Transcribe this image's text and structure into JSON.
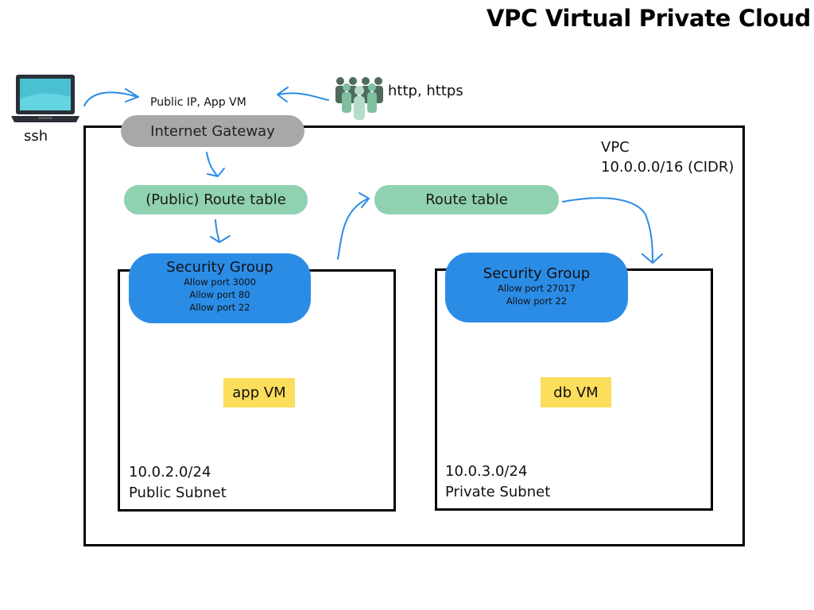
{
  "title": "VPC Virtual Private Cloud",
  "client": {
    "icon": "laptop-icon",
    "label": "ssh"
  },
  "users": {
    "icon": "users-group-icon",
    "label": "http, https"
  },
  "gateway": {
    "caption": "Public IP, App VM",
    "label": "Internet Gateway"
  },
  "vpc": {
    "name": "VPC",
    "cidr": "10.0.0.0/16 (CIDR)"
  },
  "public_route_table": {
    "label": "(Public) Route table"
  },
  "route_table": {
    "label": "Route table"
  },
  "public_subnet": {
    "cidr": "10.0.2.0/24",
    "name": "Public Subnet",
    "security_group": {
      "title": "Security Group",
      "rules": [
        "Allow port 3000",
        "Allow port 80",
        "Allow port 22"
      ]
    },
    "vm": "app VM"
  },
  "private_subnet": {
    "cidr": "10.0.3.0/24",
    "name": "Private Subnet",
    "security_group": {
      "title": "Security Group",
      "rules": [
        "Allow port 27017",
        "Allow port 22"
      ]
    },
    "vm": "db VM"
  },
  "colors": {
    "gateway": "#a8a8a8",
    "route_table": "#8fd1b1",
    "security_group": "#2b8ce6",
    "vm": "#fddd5c",
    "arrow": "#2b8ce6"
  }
}
